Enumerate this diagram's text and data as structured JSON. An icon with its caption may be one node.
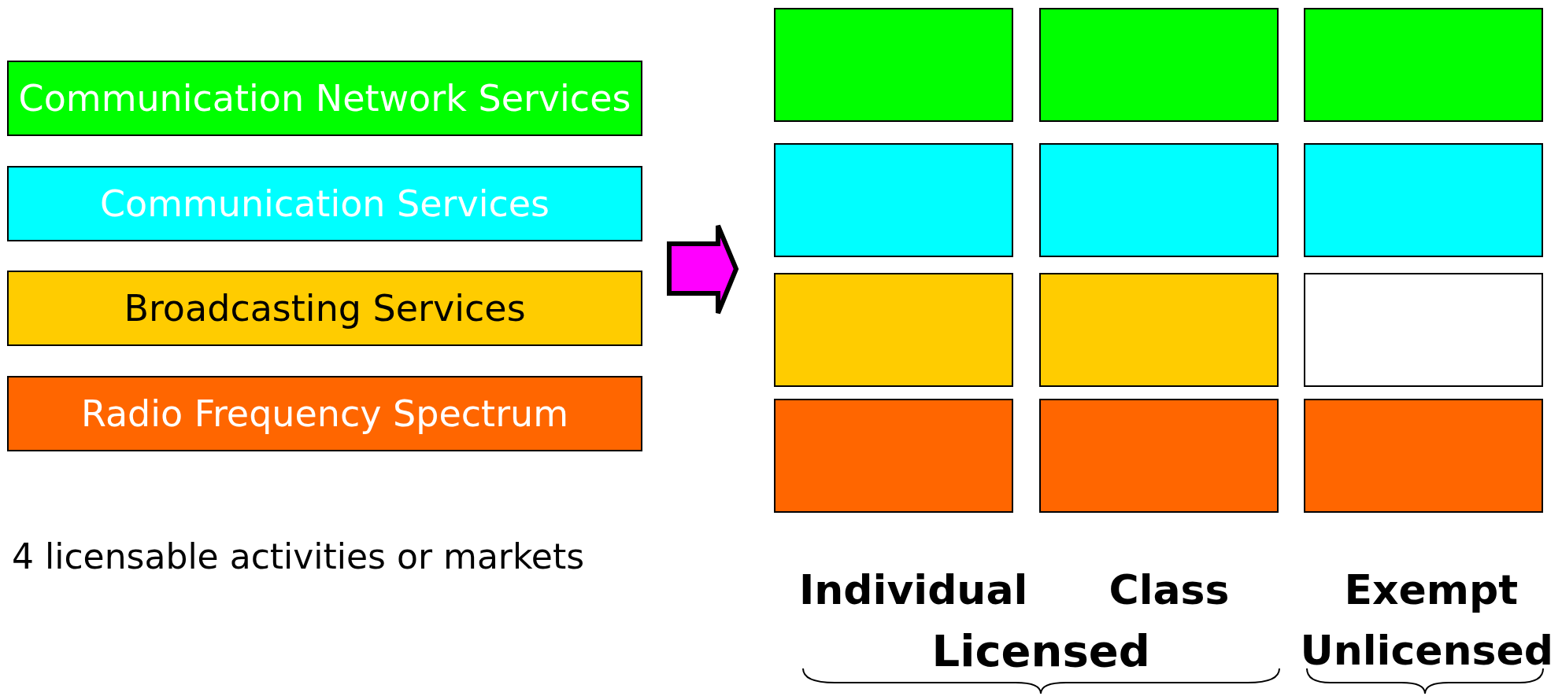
{
  "diagram": {
    "nodes": [
      {
        "text": [
          "Communication Network Services"
        ]
      },
      {
        "text": [
          "Communication Services"
        ]
      },
      {
        "text": [
          "Broadcasting Services"
        ]
      },
      {
        "text": [
          "Radio Frequency Spectrum"
        ]
      },
      {
        "text": [],
        "shape": "box"
      },
      {
        "text": [],
        "shape": "box"
      },
      {
        "text": [],
        "shape": "box"
      },
      {
        "text": [],
        "shape": "box"
      },
      {
        "text": [],
        "shape": "box"
      },
      {
        "text": [],
        "shape": "box"
      },
      {
        "text": [],
        "shape": "box"
      },
      {
        "text": [],
        "shape": "box"
      },
      {
        "text": [],
        "shape": "box"
      },
      {
        "text": [],
        "shape": "box"
      },
      {
        "text": [],
        "shape": "box"
      },
      {
        "text": [],
        "shape": "box"
      }
    ],
    "edges": [
      {
        "from": 2,
        "to": 10,
        "arrow": "to"
      }
    ],
    "labels": [
      "4 licensable activities or markets",
      "Individual",
      "Class",
      "Exempt",
      "Licensed",
      "Unlicensed"
    ]
  }
}
